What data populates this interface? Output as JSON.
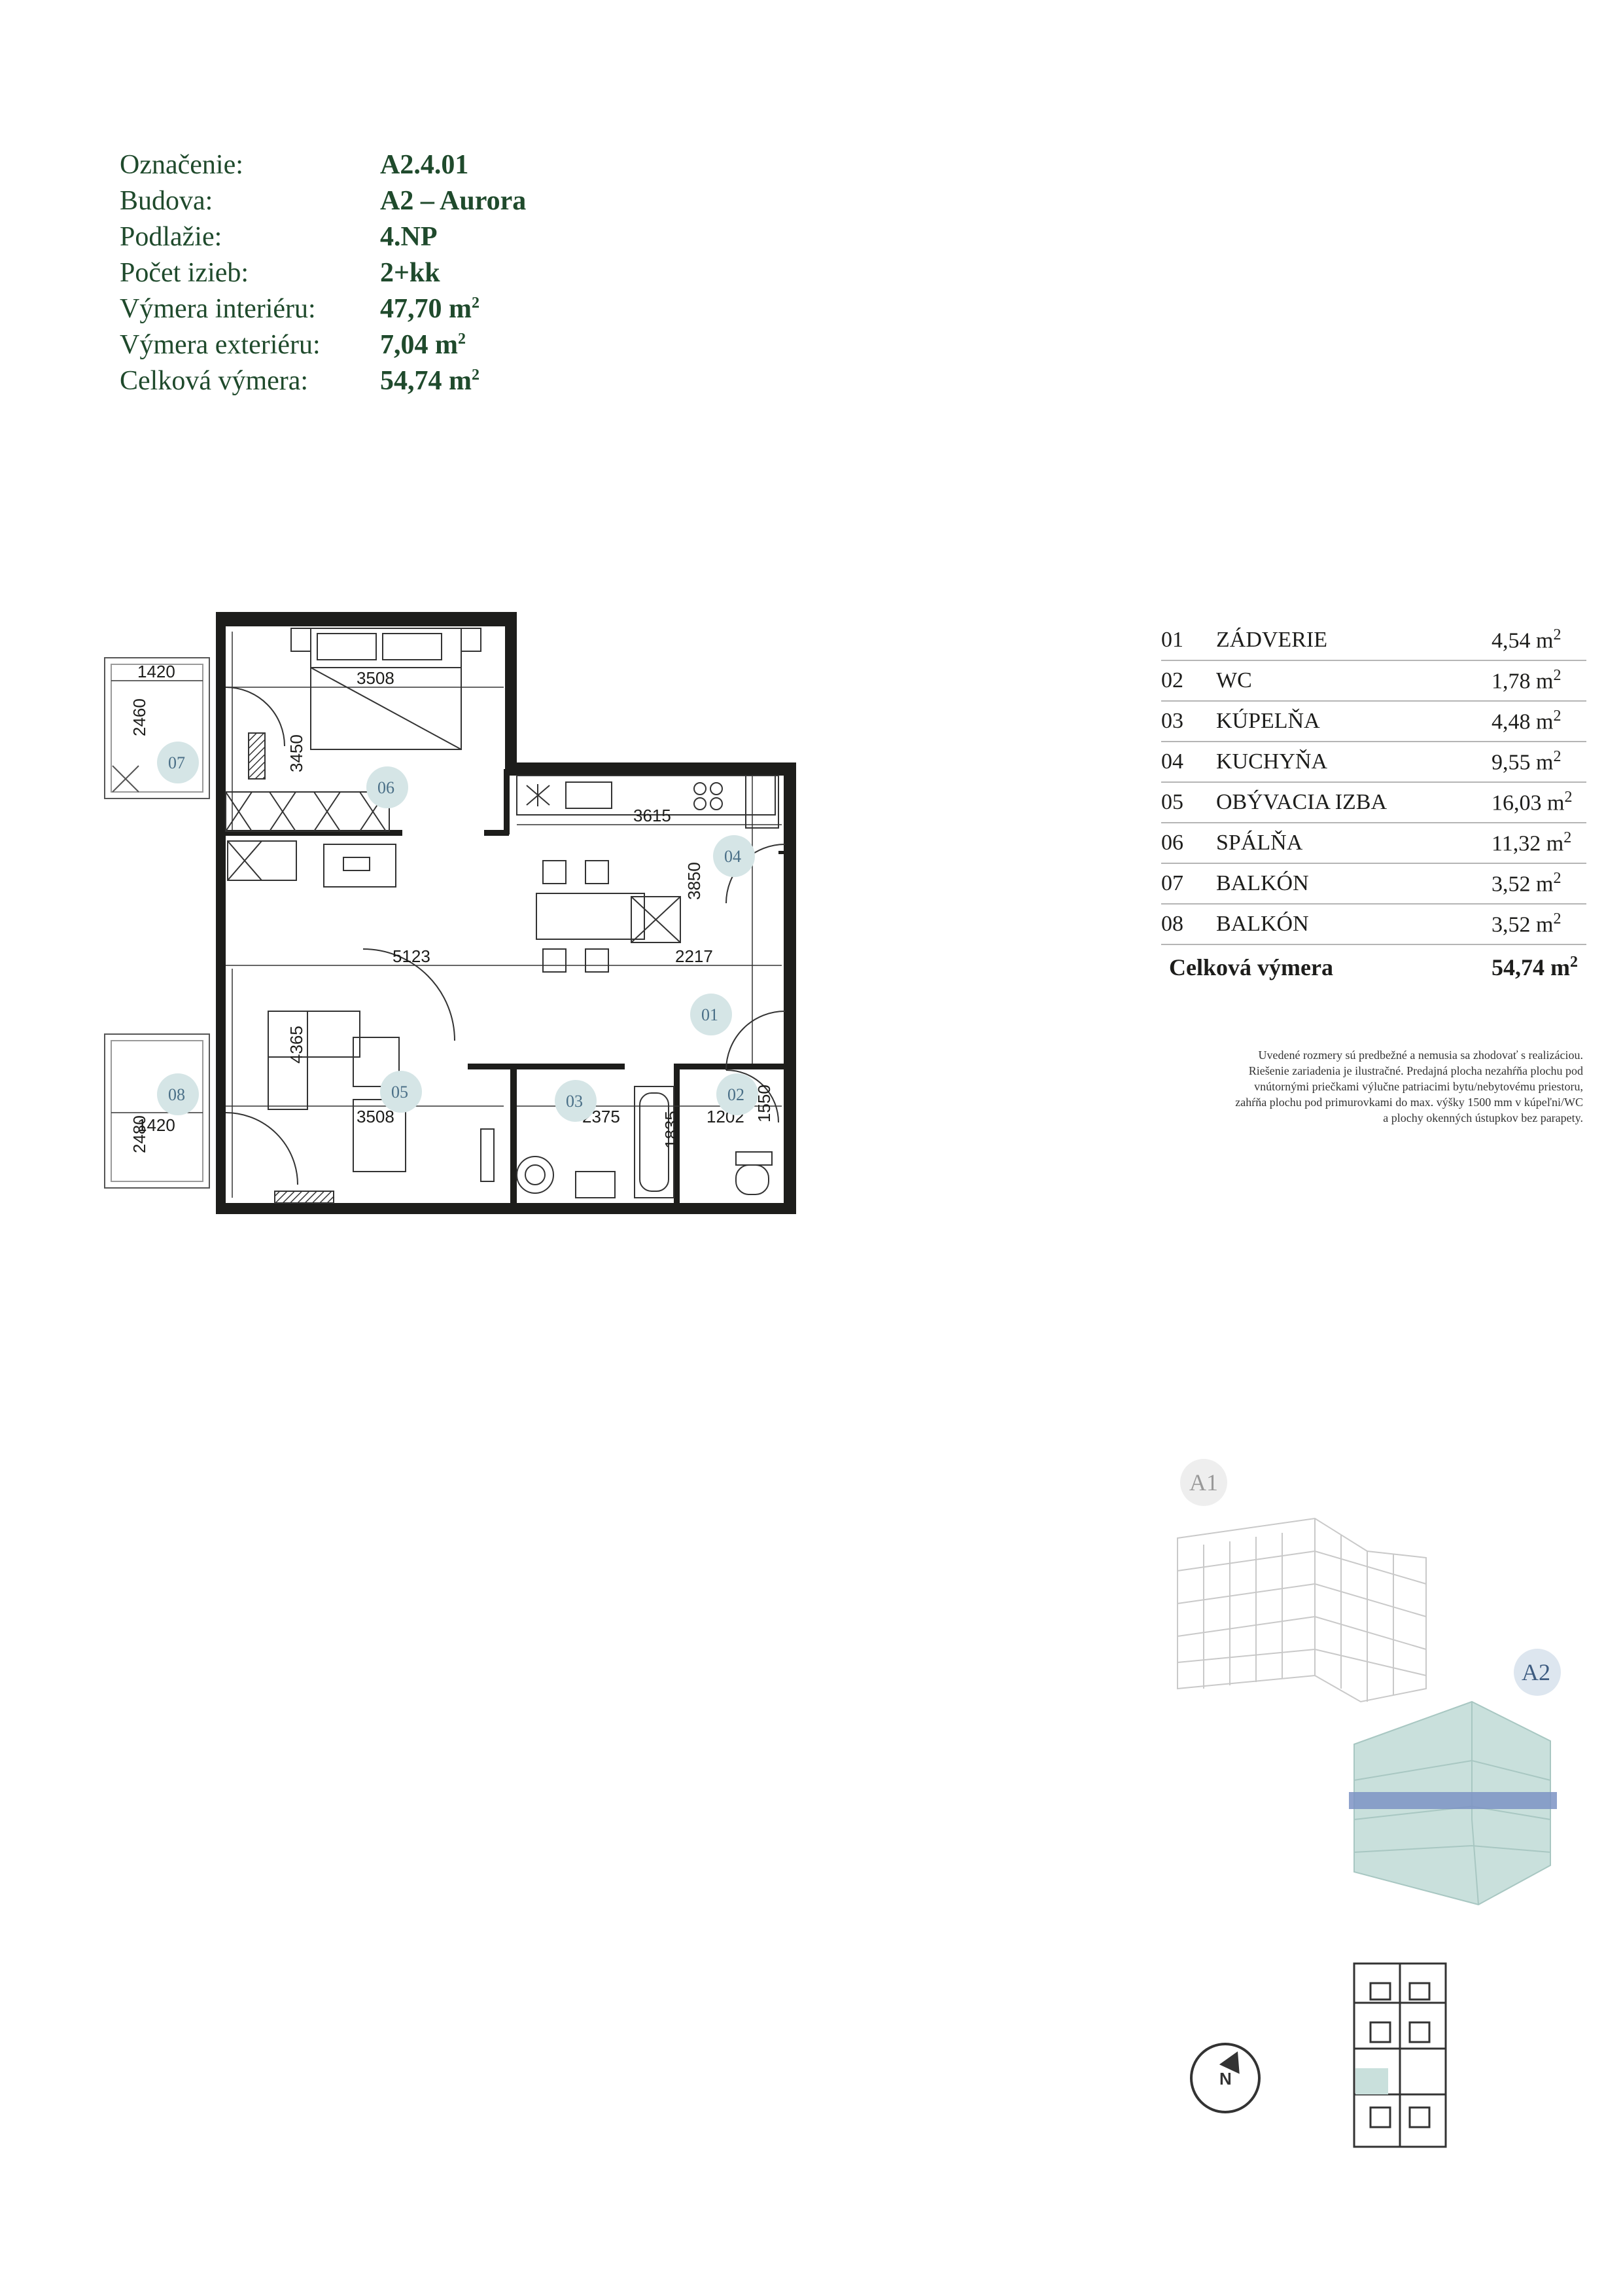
{
  "info": {
    "rows": [
      {
        "label": "Označenie:",
        "value": "A2.4.01"
      },
      {
        "label": "Budova:",
        "value": "A2 – Aurora"
      },
      {
        "label": "Podlažie:",
        "value": "4.NP"
      },
      {
        "label": "Počet izieb:",
        "value": "2+kk"
      },
      {
        "label": "Výmera interiéru:",
        "value": "47,70 m",
        "sup": "2"
      },
      {
        "label": "Výmera exteriéru:",
        "value": "7,04 m",
        "sup": "2"
      },
      {
        "label": "Celková výmera:",
        "value": "54,74 m",
        "sup": "2"
      }
    ]
  },
  "rooms": [
    {
      "num": "01",
      "name": "ZÁDVERIE",
      "area": "4,54 m",
      "sup": "2"
    },
    {
      "num": "02",
      "name": "WC",
      "area": "1,78 m",
      "sup": "2"
    },
    {
      "num": "03",
      "name": "KÚPELŇA",
      "area": "4,48 m",
      "sup": "2"
    },
    {
      "num": "04",
      "name": "KUCHYŇA",
      "area": "9,55 m",
      "sup": "2"
    },
    {
      "num": "05",
      "name": "OBÝVACIA IZBA",
      "area": "16,03 m",
      "sup": "2"
    },
    {
      "num": "06",
      "name": "SPÁLŇA",
      "area": "11,32 m",
      "sup": "2"
    },
    {
      "num": "07",
      "name": "BALKÓN",
      "area": "3,52 m",
      "sup": "2"
    },
    {
      "num": "08",
      "name": "BALKÓN",
      "area": "3,52 m",
      "sup": "2"
    }
  ],
  "total": {
    "label": "Celková výmera",
    "value": "54,74 m",
    "sup": "2"
  },
  "note": [
    "Uvedené rozmery sú predbežné a nemusia sa zhodovať s realizáciou.",
    "Riešenie zariadenia je ilustračné. Predajná plocha nezahŕňa plochu pod",
    "vnútornými priečkami výlučne patriacimi bytu/nebytovému priestoru,",
    "zahŕňa plochu pod primurovkami do max. výšky 1500 mm v kúpeľni/WC",
    "a plochy okenných ústupkov bez parapety."
  ],
  "plan": {
    "dims": {
      "d1420a": "1420",
      "d2460": "2460",
      "d3508a": "3508",
      "d3450": "3450",
      "d3615": "3615",
      "d3850": "3850",
      "d5123": "5123",
      "d2217": "2217",
      "d4365": "4365",
      "d3508b": "3508",
      "d2480": "2480",
      "d1420b": "1420",
      "d2375": "2375",
      "d1835": "1835",
      "d1202": "1202",
      "d1550": "1550"
    },
    "labels": {
      "r01": "01",
      "r02": "02",
      "r03": "03",
      "r04": "04",
      "r05": "05",
      "r06": "06",
      "r07": "07",
      "r08": "08"
    }
  },
  "buildings": {
    "a1": "A1",
    "a2": "A2"
  },
  "compass": {
    "north": "N"
  },
  "colors": {
    "accent_green": "#1f4a2c",
    "room_circle": "#d5e5e6",
    "a2_tint": "#c9e0dc",
    "floor_band": "#7d93c4"
  }
}
